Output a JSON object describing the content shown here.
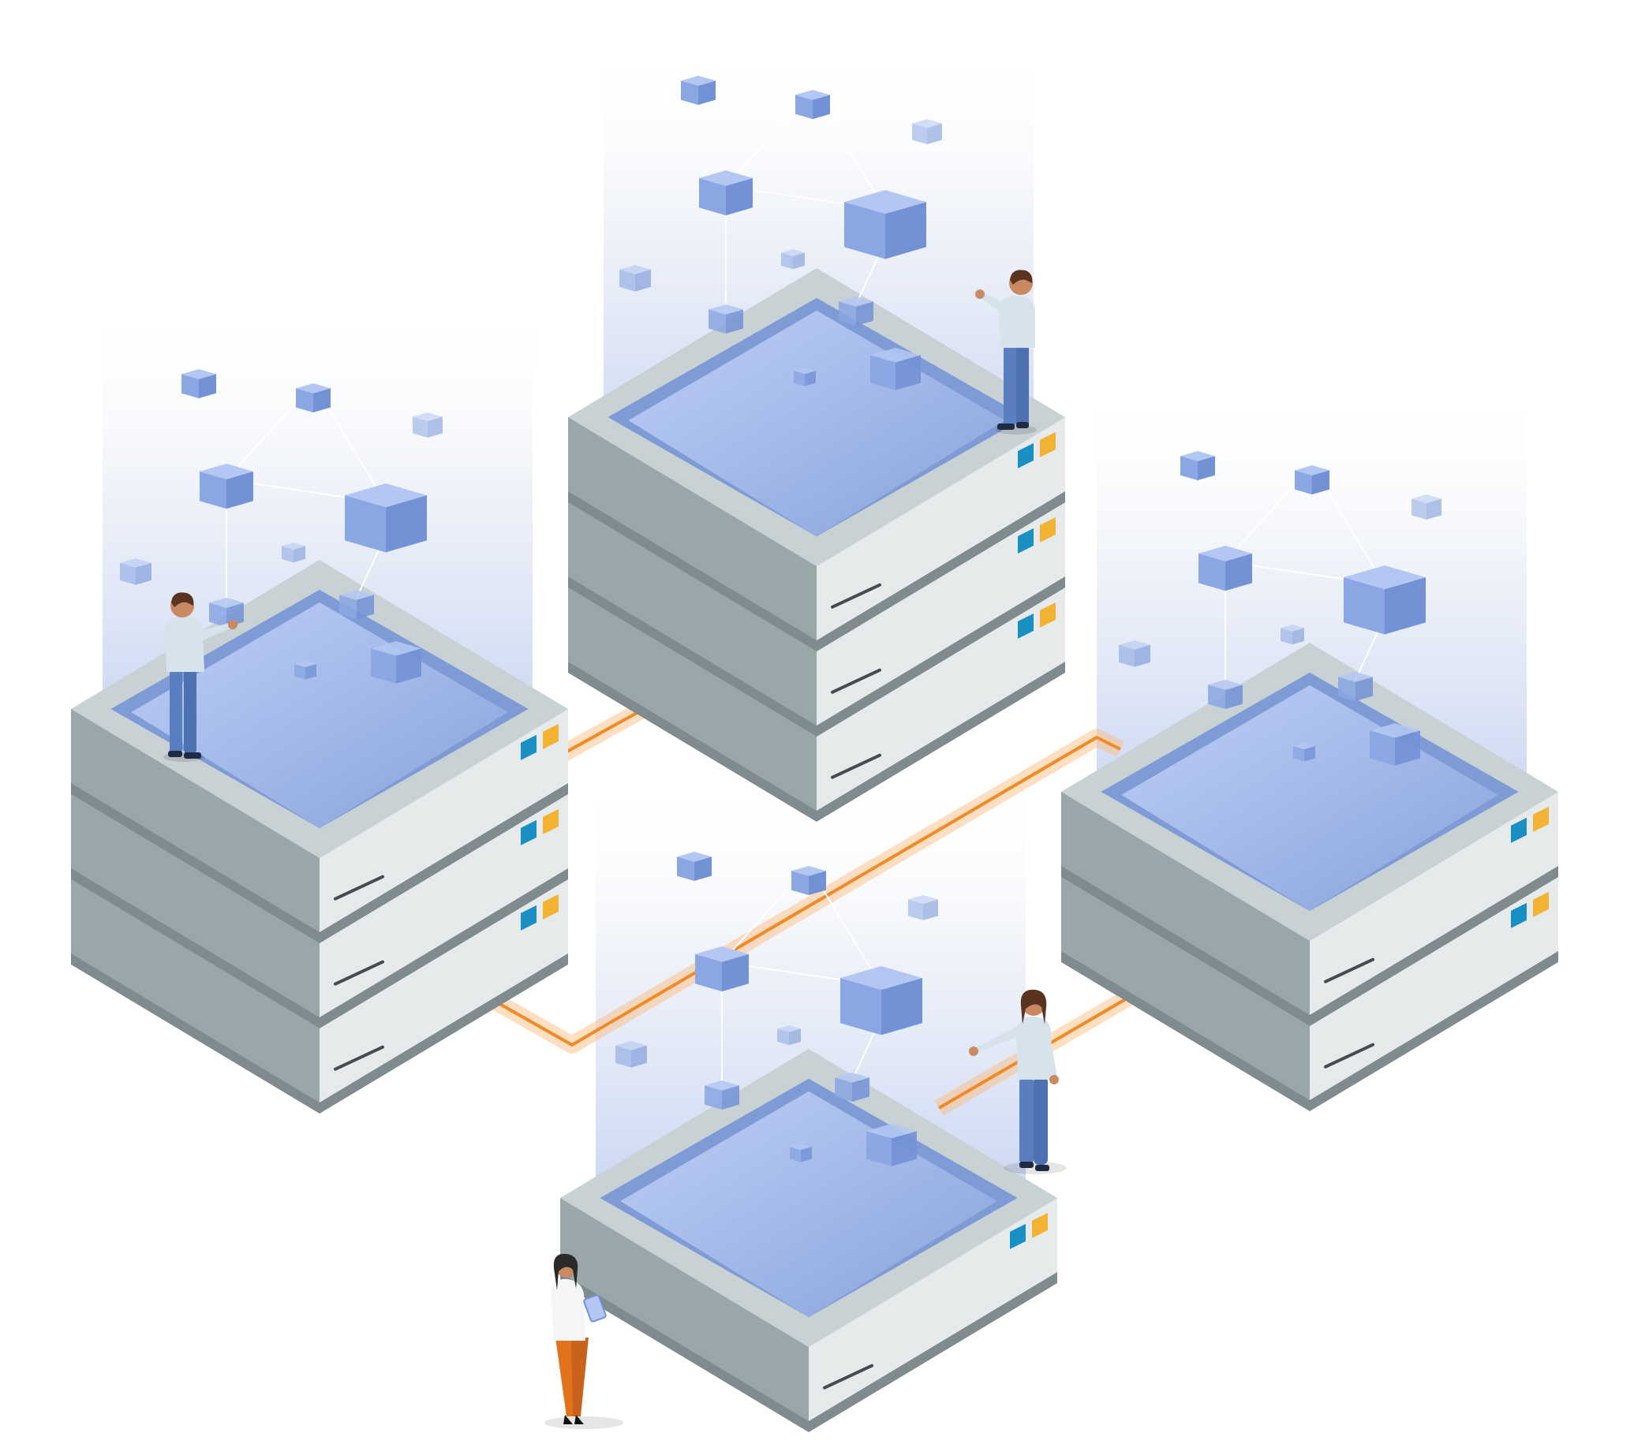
{
  "palette": {
    "background": "#ffffff",
    "server_top": "#c8d2d4",
    "server_front_left": "#9aa7aa",
    "server_front_right": "#e6eaea",
    "server_gap": "#7f8b8e",
    "pool_light": "#b9ccf4",
    "pool_dark": "#8aa5dc",
    "pool_rim": "#7f9bd6",
    "cube_top": "#b3c7f2",
    "cube_left": "#8aa6e3",
    "cube_right": "#7392d6",
    "link_line": "#ffffff",
    "connector": "#f08a24",
    "connector_glow": "#ffb877",
    "led_blue": "#1a8fc4",
    "led_yellow": "#f2b233",
    "shirt": "#d6e3ea",
    "pants": "#5a7fc1",
    "pants_orange": "#e0731c",
    "hair": "#5a3420",
    "skin": "#c98a63"
  },
  "icons": {
    "server": "stacked-server-icon",
    "cube": "data-cube-icon",
    "person": "person-figure-icon"
  },
  "servers": [
    {
      "name": "server-stack-top-center",
      "units": 3
    },
    {
      "name": "server-stack-left",
      "units": 3
    },
    {
      "name": "server-stack-right",
      "units": 2
    },
    {
      "name": "server-stack-bottom-center",
      "units": 1
    }
  ],
  "people": [
    {
      "name": "person-left-server",
      "pose": "standing-pointing"
    },
    {
      "name": "person-top-server",
      "pose": "standing-pointing"
    },
    {
      "name": "person-bottom-right",
      "pose": "standing-pointing"
    },
    {
      "name": "person-bottom-left",
      "pose": "holding-tablet"
    }
  ]
}
